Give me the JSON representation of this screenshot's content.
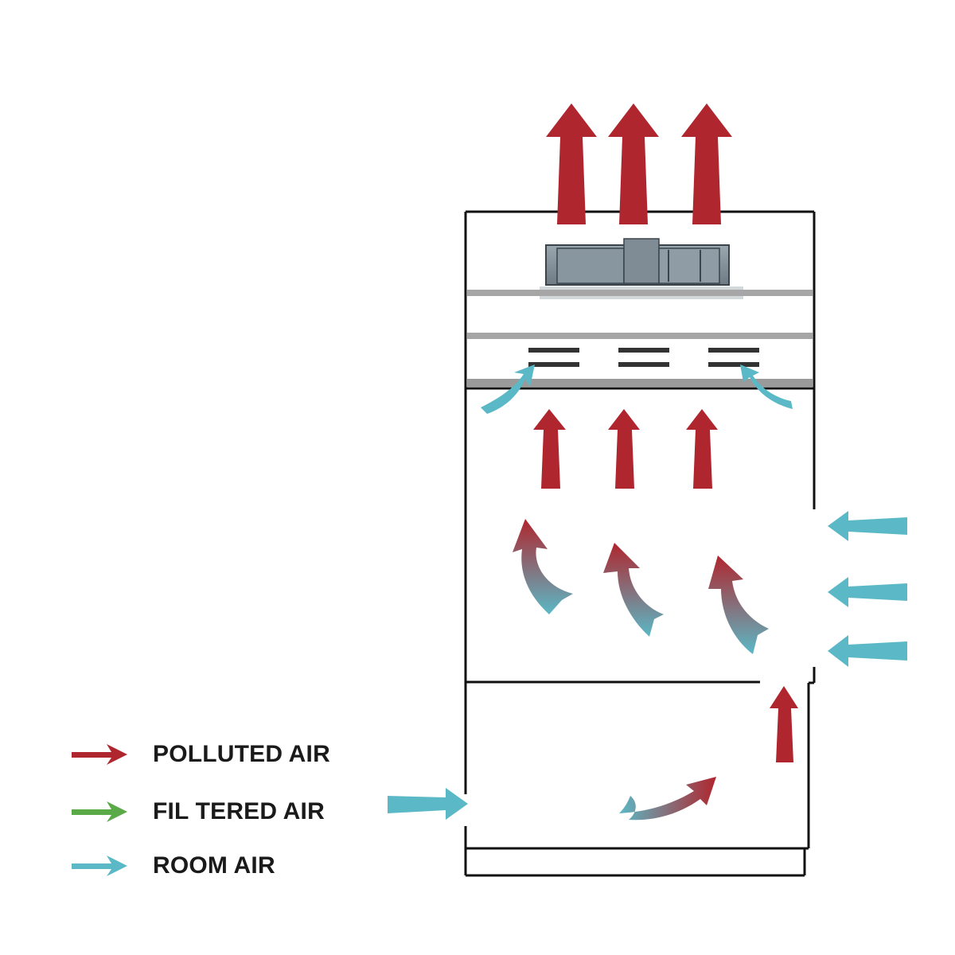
{
  "legend": {
    "items": [
      {
        "label": "POLLUTED AIR",
        "color": "#b0262e",
        "icon": "polluted-air-arrow-icon"
      },
      {
        "label": "FIL TERED AIR",
        "color": "#5aaa48",
        "icon": "filtered-air-arrow-icon"
      },
      {
        "label": "ROOM AIR",
        "color": "#5bb8c6",
        "icon": "room-air-arrow-icon"
      }
    ]
  },
  "colors": {
    "polluted": "#b0262e",
    "room": "#5bb8c6",
    "filtered": "#5aaa48",
    "cabinet_outline": "#111111",
    "fan_body": "#8a97a0",
    "filter_bar": "#a6a6a6"
  }
}
